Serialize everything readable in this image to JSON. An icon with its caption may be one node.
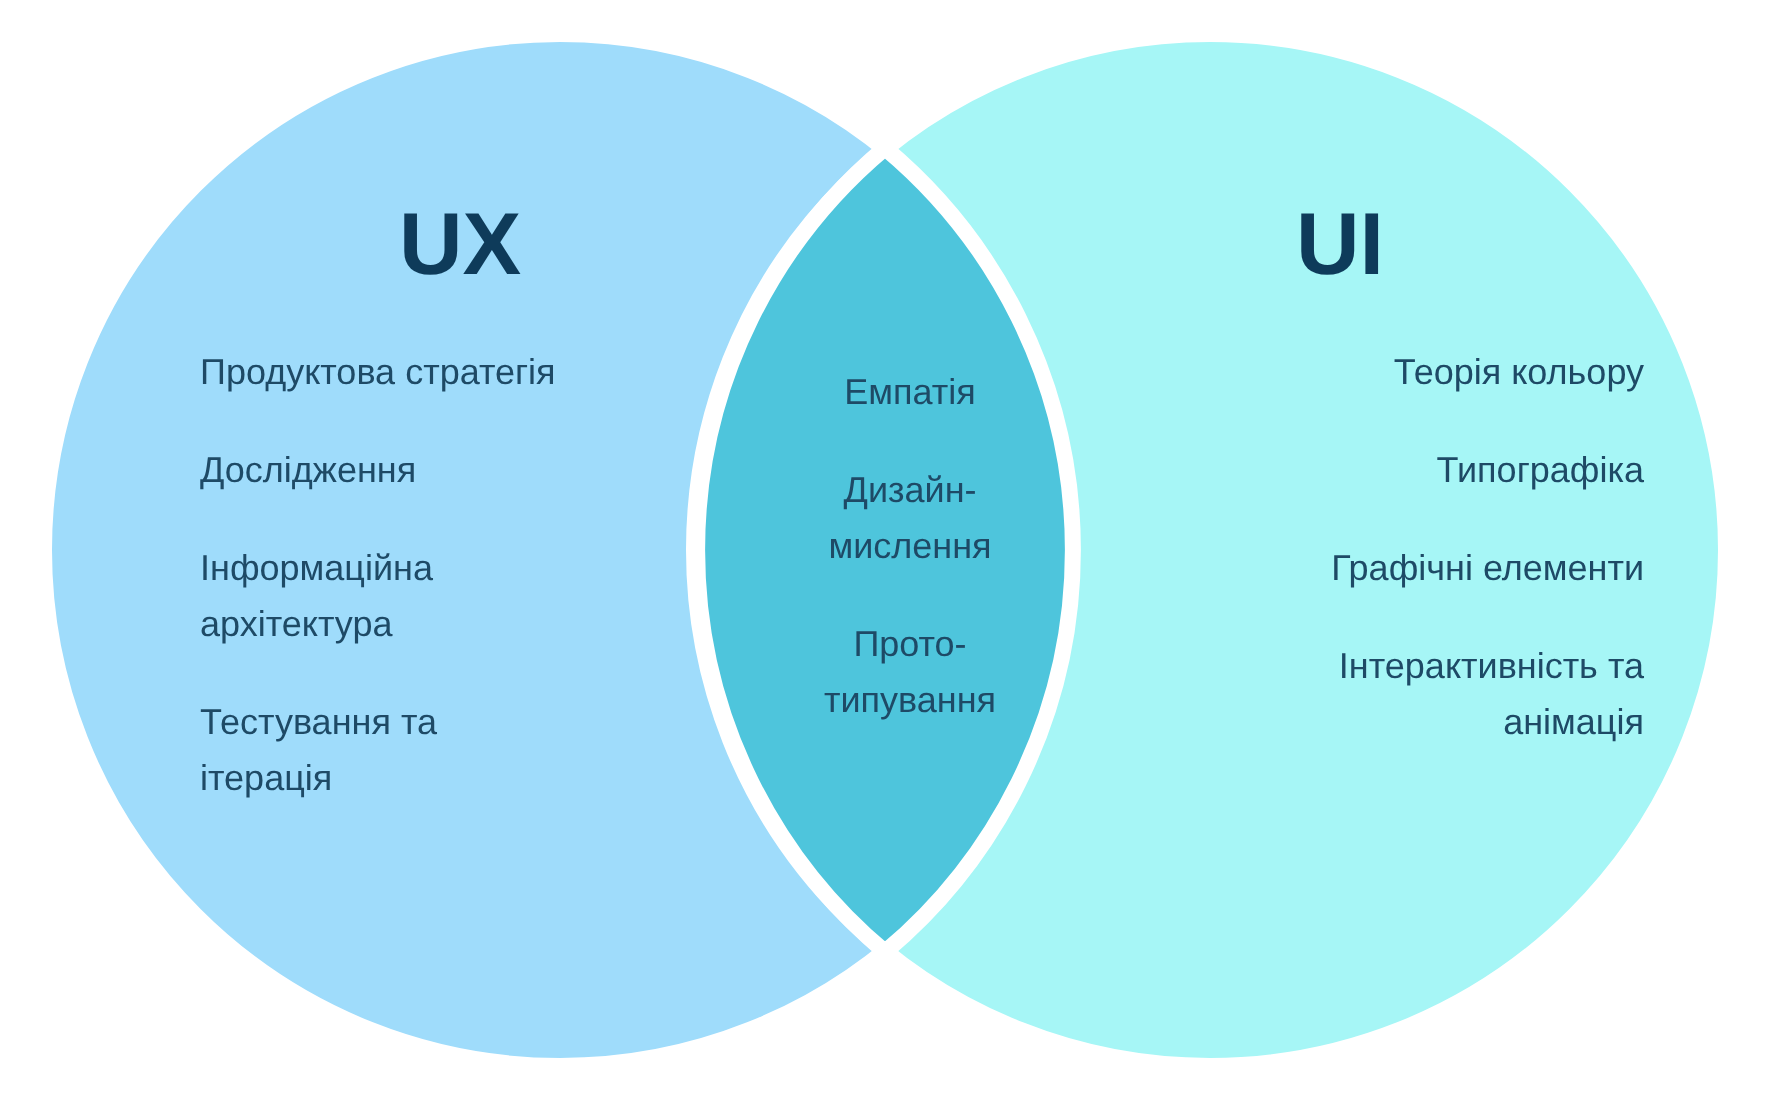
{
  "diagram": {
    "nodes": [
      {
        "text": [
          "UX",
          "Продуктова стратегія",
          "Дослідження",
          "Інформаційна архітектура",
          "Тестування та ітерація"
        ]
      },
      {
        "text": [
          "UI",
          "Теорія кольору",
          "Типографіка",
          "Графічні елементи",
          "Інтерактивність та анімація"
        ]
      },
      {
        "text": [
          "Емпатія",
          "Дизайн- мислення",
          "Прото- типування"
        ]
      }
    ]
  }
}
